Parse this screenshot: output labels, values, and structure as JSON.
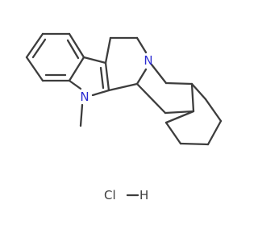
{
  "atoms": {
    "indole_nitrogen": "N",
    "ring_nitrogen": "N"
  },
  "salt": {
    "chlorine": "Cl",
    "hydrogen": "H"
  }
}
